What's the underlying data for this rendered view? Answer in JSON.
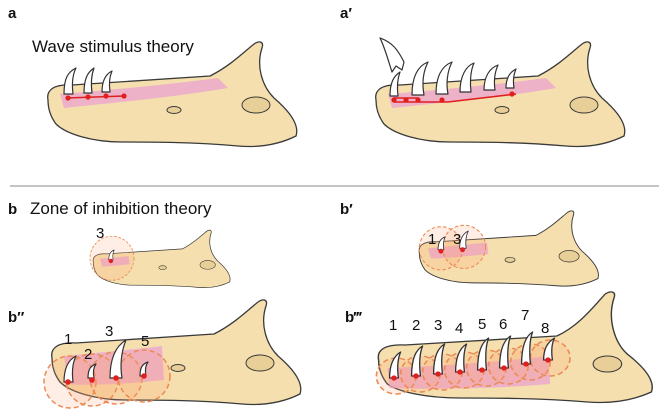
{
  "panels": {
    "a": {
      "label": "a",
      "title": "Wave stimulus theory"
    },
    "a2": {
      "label": "a′"
    },
    "b": {
      "label": "b",
      "title": "Zone of inhibition theory",
      "numbers": [
        "3"
      ]
    },
    "b2": {
      "label": "b′",
      "numbers": [
        "1",
        "3"
      ]
    },
    "b3": {
      "label": "b″",
      "numbers": [
        "1",
        "2",
        "3",
        "5"
      ]
    },
    "b4": {
      "label": "b‴",
      "numbers": [
        "1",
        "2",
        "3",
        "4",
        "5",
        "6",
        "7",
        "8"
      ]
    }
  },
  "colors": {
    "bone": "#f6dfae",
    "field": "#e9a3d0",
    "zone": "#ec8a55",
    "signal": "#e0201f"
  }
}
